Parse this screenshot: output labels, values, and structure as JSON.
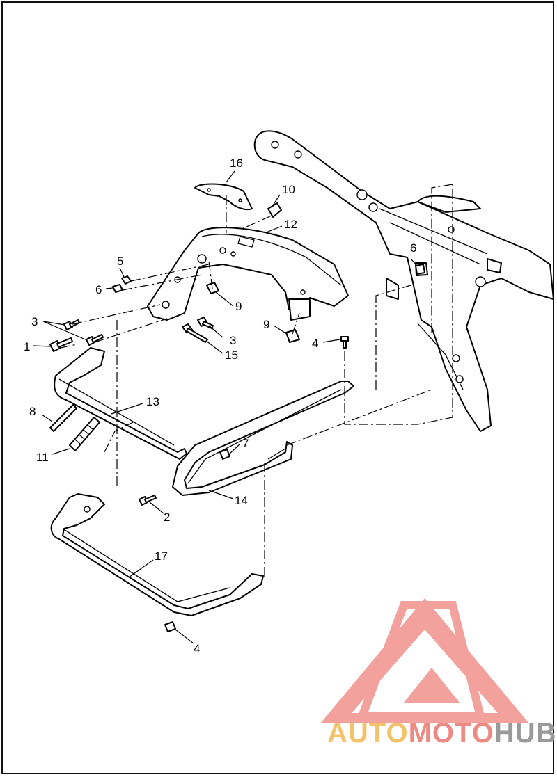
{
  "callouts": {
    "c1": "1",
    "c2": "2",
    "c3a": "3",
    "c3b": "3",
    "c4a": "4",
    "c4b": "4",
    "c5": "5",
    "c6a": "6",
    "c6b": "6",
    "c7": "7",
    "c8": "8",
    "c9a": "9",
    "c9b": "9",
    "c10": "10",
    "c11": "11",
    "c12": "12",
    "c13": "13",
    "c14": "14",
    "c15": "15",
    "c16": "16",
    "c17": "17"
  },
  "watermark": {
    "part1": "AUTO",
    "part2": "MOTO",
    "part3": "HUB",
    "colors": {
      "auto": "#f2c36b",
      "moto": "#ee8a84",
      "hub": "#9a9a9a",
      "logo": "#f08a84"
    }
  }
}
